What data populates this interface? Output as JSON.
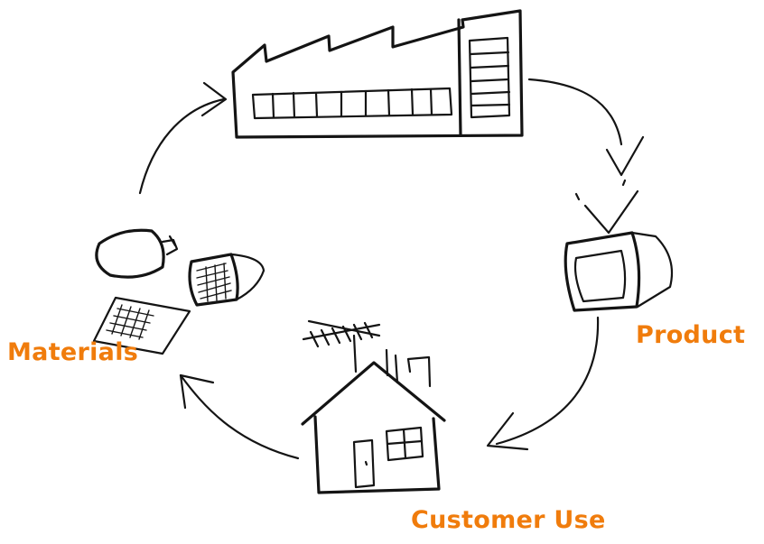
{
  "labels": {
    "product": "Product",
    "materials": "Materials",
    "customer_use": "Customer Use"
  },
  "colors": {
    "label": "#f07c0c",
    "ink": "#141414",
    "background": "#ffffff"
  },
  "icons": [
    "factory-icon",
    "television-icon",
    "house-icon",
    "raw-materials-icon"
  ]
}
